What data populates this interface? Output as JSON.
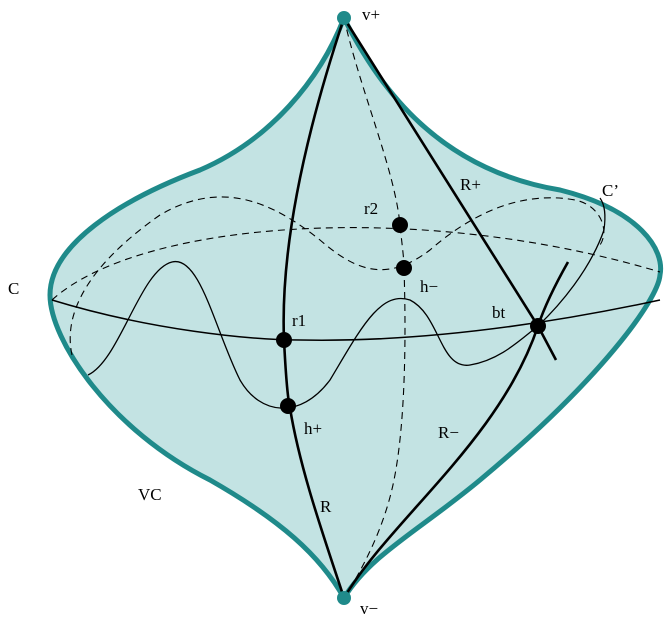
{
  "diagram": {
    "colors": {
      "fill": "#c3e3e3",
      "outline": "#1f8a8a",
      "stroke": "#000000",
      "vertex": "#1f8a8a",
      "point": "#000000"
    },
    "labels": {
      "v_plus": "v+",
      "v_minus": "v−",
      "c": "C",
      "c_prime": "C’",
      "r_plus": "R+",
      "r_minus": "R−",
      "r": "R",
      "r1": "r1",
      "r2": "r2",
      "h_plus": "h+",
      "h_minus": "h−",
      "bt": "bt",
      "vc": "VC"
    }
  }
}
